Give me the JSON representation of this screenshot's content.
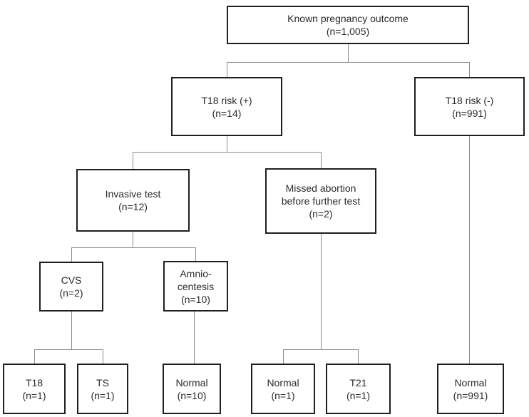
{
  "flowchart": {
    "description": "Flow diagram of pregnancy outcomes by T18 risk screening result",
    "nodes": {
      "known_pregnancy_outcome": {
        "label": "Known pregnancy outcome",
        "count": "(n=1,005)"
      },
      "t18_risk_positive": {
        "label": "T18 risk (+)",
        "count": "(n=14)"
      },
      "t18_risk_negative": {
        "label": "T18 risk (-)",
        "count": "(n=991)"
      },
      "invasive_test": {
        "label": "Invasive test",
        "count": "(n=12)"
      },
      "missed_abortion": {
        "label": "Missed abortion\nbefore further test",
        "count": "(n=2)"
      },
      "cvs": {
        "label": "CVS",
        "count": "(n=2)"
      },
      "amniocentesis": {
        "label": "Amnio-\ncentesis",
        "count": "(n=10)"
      },
      "cvs_t18": {
        "label": "T18",
        "count": "(n=1)"
      },
      "cvs_ts": {
        "label": "TS",
        "count": "(n=1)"
      },
      "amnio_normal": {
        "label": "Normal",
        "count": "(n=10)"
      },
      "missed_normal": {
        "label": "Normal",
        "count": "(n=1)"
      },
      "missed_t21": {
        "label": "T21",
        "count": "(n=1)"
      },
      "negative_normal": {
        "label": "Normal",
        "count": "(n=991)"
      }
    },
    "edges": [
      [
        "known_pregnancy_outcome",
        "t18_risk_positive"
      ],
      [
        "known_pregnancy_outcome",
        "t18_risk_negative"
      ],
      [
        "t18_risk_positive",
        "invasive_test"
      ],
      [
        "t18_risk_positive",
        "missed_abortion"
      ],
      [
        "invasive_test",
        "cvs"
      ],
      [
        "invasive_test",
        "amniocentesis"
      ],
      [
        "cvs",
        "cvs_t18"
      ],
      [
        "cvs",
        "cvs_ts"
      ],
      [
        "amniocentesis",
        "amnio_normal"
      ],
      [
        "missed_abortion",
        "missed_normal"
      ],
      [
        "missed_abortion",
        "missed_t21"
      ],
      [
        "t18_risk_negative",
        "negative_normal"
      ]
    ],
    "colors": {
      "box_border": "#1f1f1f",
      "connector": "#8c8c8c",
      "text": "#2b2b2b",
      "background": "#ffffff"
    }
  }
}
